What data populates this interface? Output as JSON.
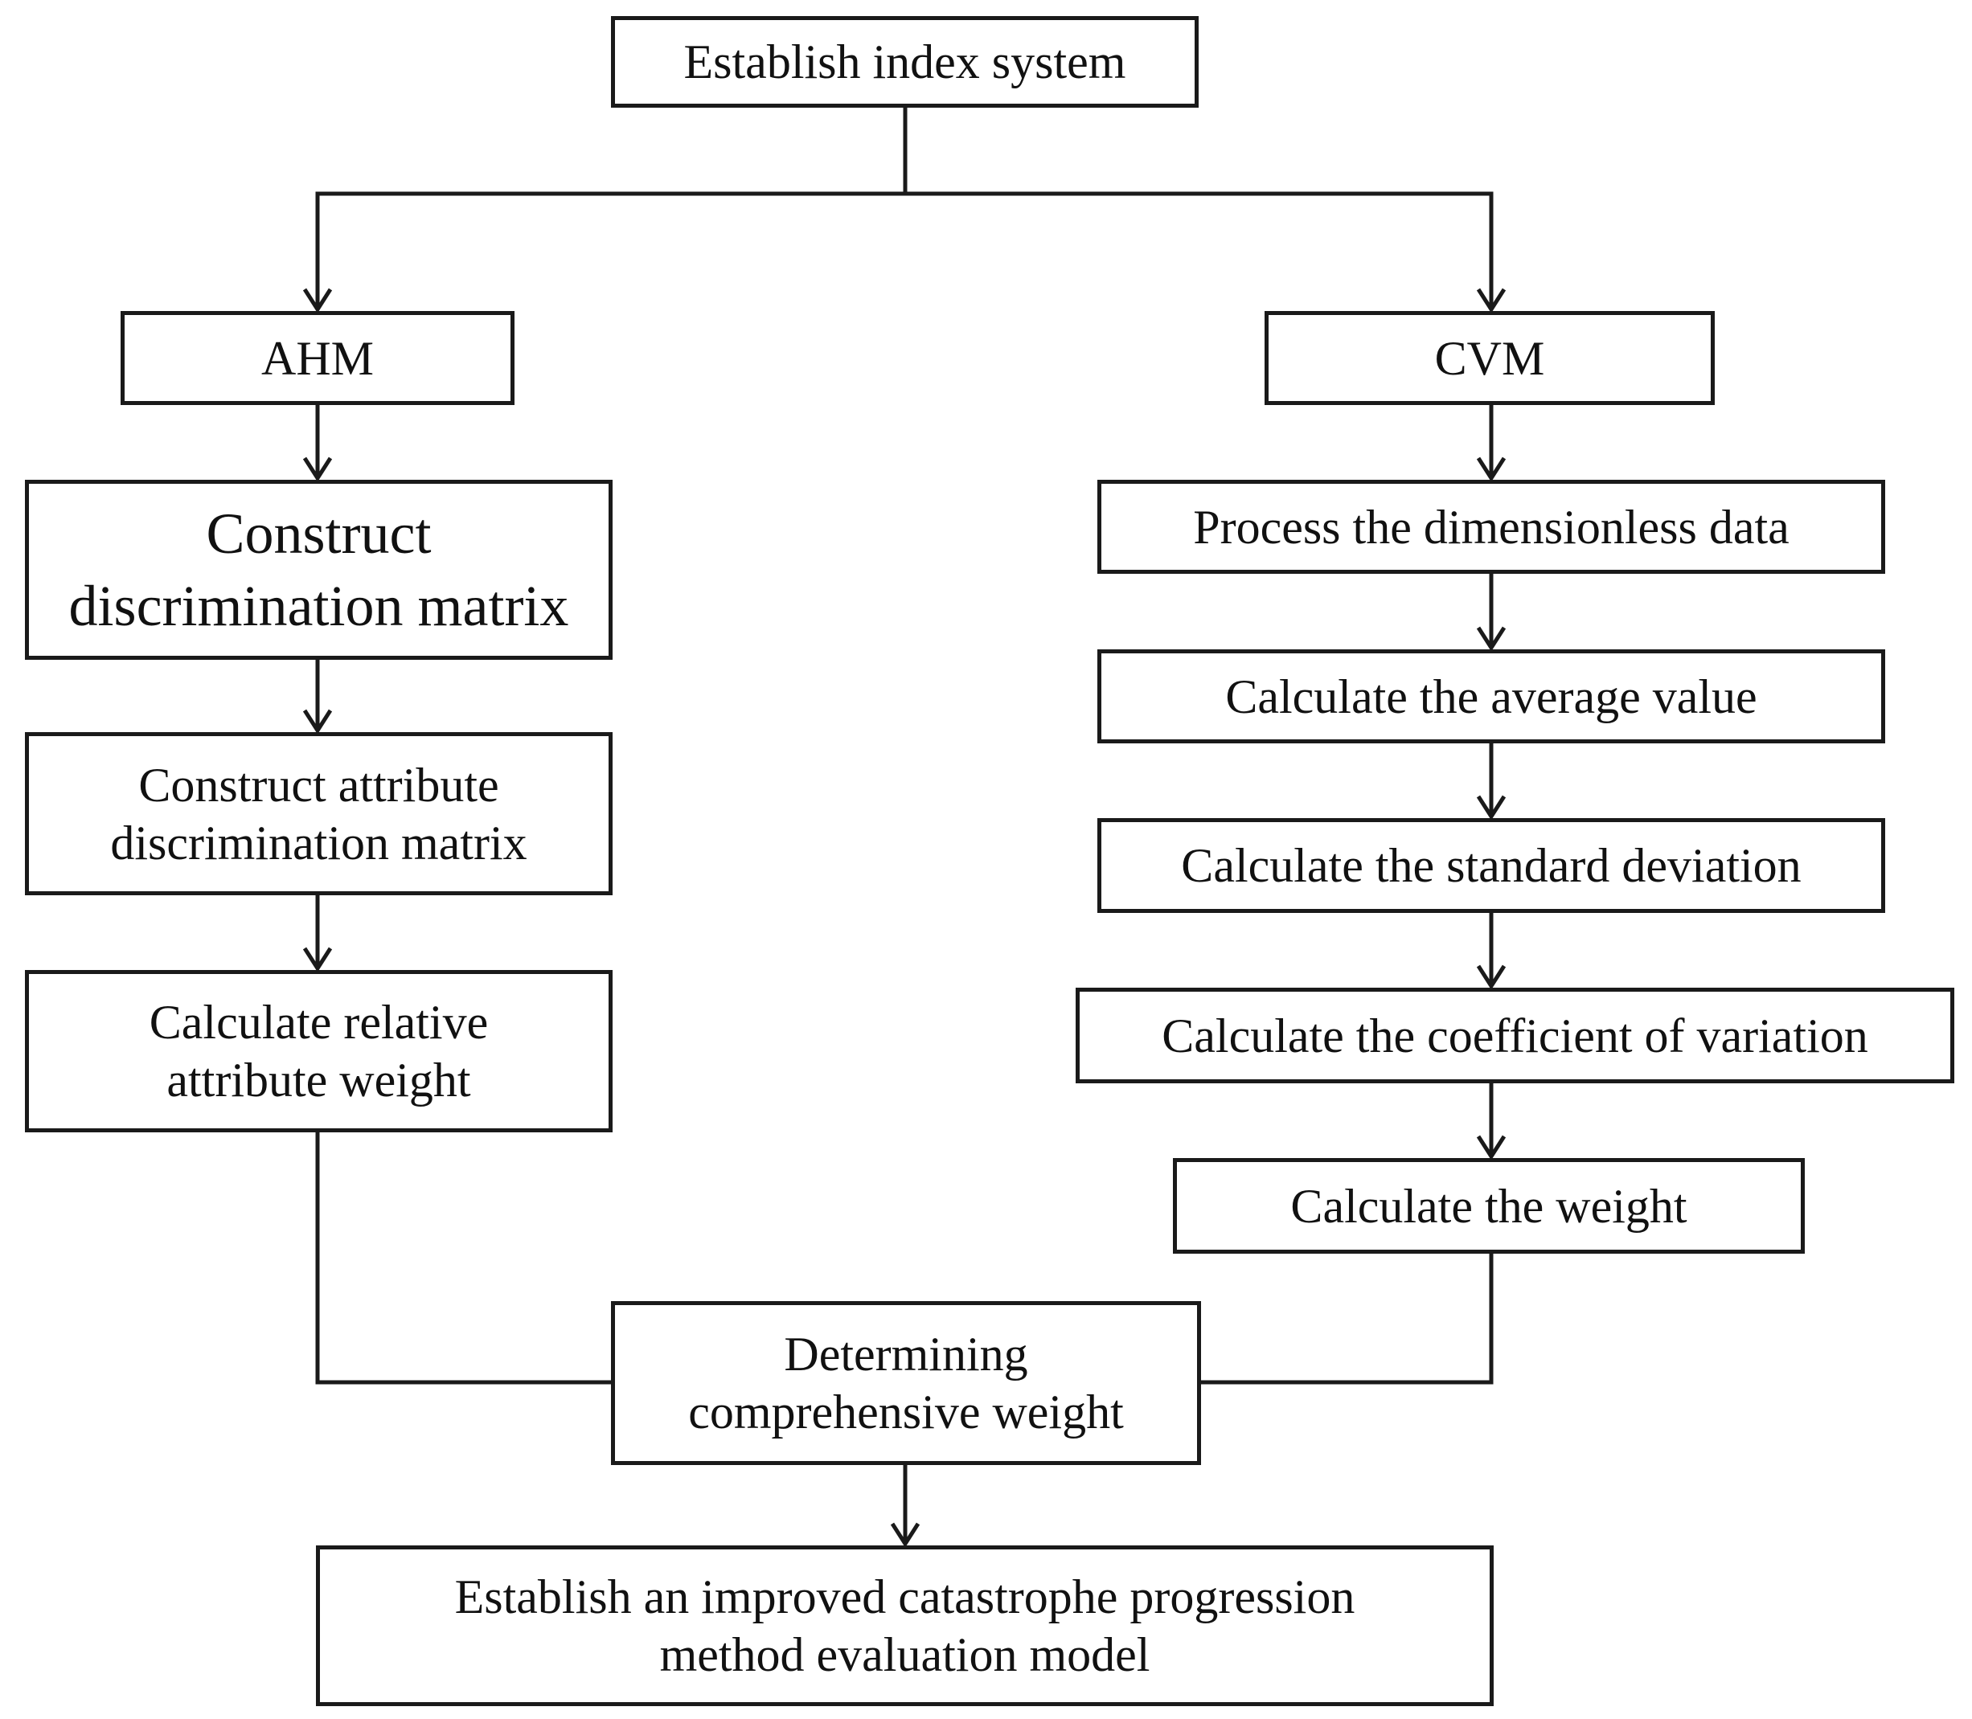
{
  "diagram": {
    "top": "Establish index system",
    "left": {
      "title": "AHM",
      "steps": [
        [
          "Construct",
          "discrimination matrix"
        ],
        [
          "Construct attribute",
          "discrimination matrix"
        ],
        [
          "Calculate relative",
          "attribute weight"
        ]
      ]
    },
    "right": {
      "title": "CVM",
      "steps": [
        "Process the dimensionless data",
        "Calculate the average value",
        "Calculate the standard deviation",
        "Calculate the coefficient of variation",
        "Calculate the weight"
      ]
    },
    "merge": [
      "Determining",
      "comprehensive weight"
    ],
    "final": [
      "Establish an improved catastrophe progression",
      "method evaluation model"
    ]
  },
  "colors": {
    "line": "#1a1a1a",
    "background": "#ffffff"
  }
}
